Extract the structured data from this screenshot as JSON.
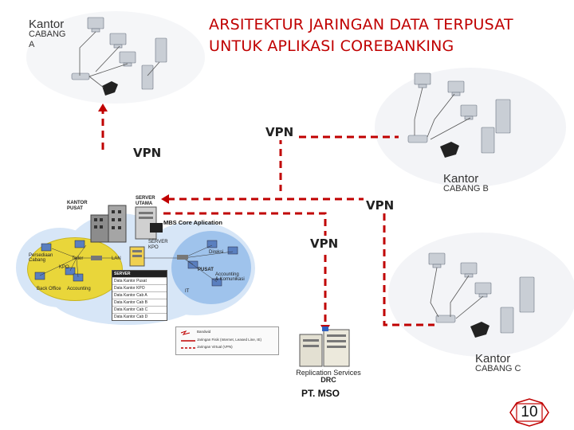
{
  "title": {
    "line1": "ARSITEKTUR JARINGAN DATA TERPUSAT",
    "line2": "UNTUK APLIKASI COREBANKING"
  },
  "branches": {
    "a": {
      "word": "Kantor",
      "sub1": "CABANG",
      "sub2": "A"
    },
    "b": {
      "word": "Kantor",
      "sub1": "CABANG",
      "sub2": "B"
    },
    "c": {
      "word": "Kantor",
      "sub1": "CABANG",
      "sub2": "C"
    }
  },
  "vpn_labels": [
    "VPN",
    "VPN",
    "VPN",
    "VPN"
  ],
  "pusat": {
    "kantor_pusat_1": "KANTOR",
    "kantor_pusat_2": "PUSAT",
    "server_utama_1": "SERVER",
    "server_utama_2": "UTAMA",
    "mbs": "MBS Core Aplication",
    "server_kpo_1": "SERVER",
    "server_kpo_2": "KPO",
    "lan": "LAN",
    "pusat_label": "PUSAT",
    "nodes": {
      "persediaan": "Persediaan",
      "cabang": "Cabang",
      "teller": "Teller",
      "kpo": "KPO",
      "back_office": "Back Office",
      "accounting": "Accounting",
      "direksi": "Direksi",
      "acc_kom_1": "Accounting",
      "acc_kom_2": "& Komunikasi",
      "it": "IT"
    },
    "server_list": {
      "header": "SERVER",
      "rows": [
        "Data Kantor Pusat",
        "Data Kantor KPO",
        "Data Kantor Cab A",
        "Data Kantor Cab B",
        "Data Kantor Cab C",
        "Data Kantor Cab D"
      ]
    },
    "legend": {
      "l1": "Bandwid",
      "l2": "Jaringan Fisik (Internet, Leased Line, IE)",
      "l3": "Jaringan Virtual (VPN)"
    }
  },
  "drc": {
    "line1": "Replication Services",
    "line2": "DRC",
    "org": "PT. MSO"
  },
  "page_number": "10",
  "colors": {
    "title": "#c00000",
    "vpn_line": "#c00000",
    "cloud": "#d7e6f7"
  }
}
